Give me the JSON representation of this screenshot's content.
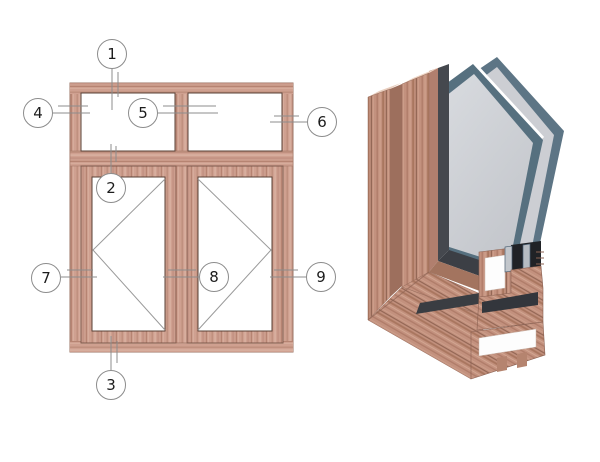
{
  "callouts": [
    {
      "label": "1"
    },
    {
      "label": "2"
    },
    {
      "label": "3"
    },
    {
      "label": "4"
    },
    {
      "label": "5"
    },
    {
      "label": "6"
    },
    {
      "label": "7"
    },
    {
      "label": "8"
    },
    {
      "label": "9"
    }
  ],
  "colors": {
    "line": "#8c8c8c",
    "wood_light": "#dfbcac",
    "wood_mid": "#cfa090",
    "wood_dark": "#b3816e",
    "wood_deep": "#8f6351",
    "seam": "#5a4036",
    "glass_face": "#d4d6da",
    "glass_edge": "#56707f",
    "gasket": "#202226",
    "background": "#ffffff"
  }
}
